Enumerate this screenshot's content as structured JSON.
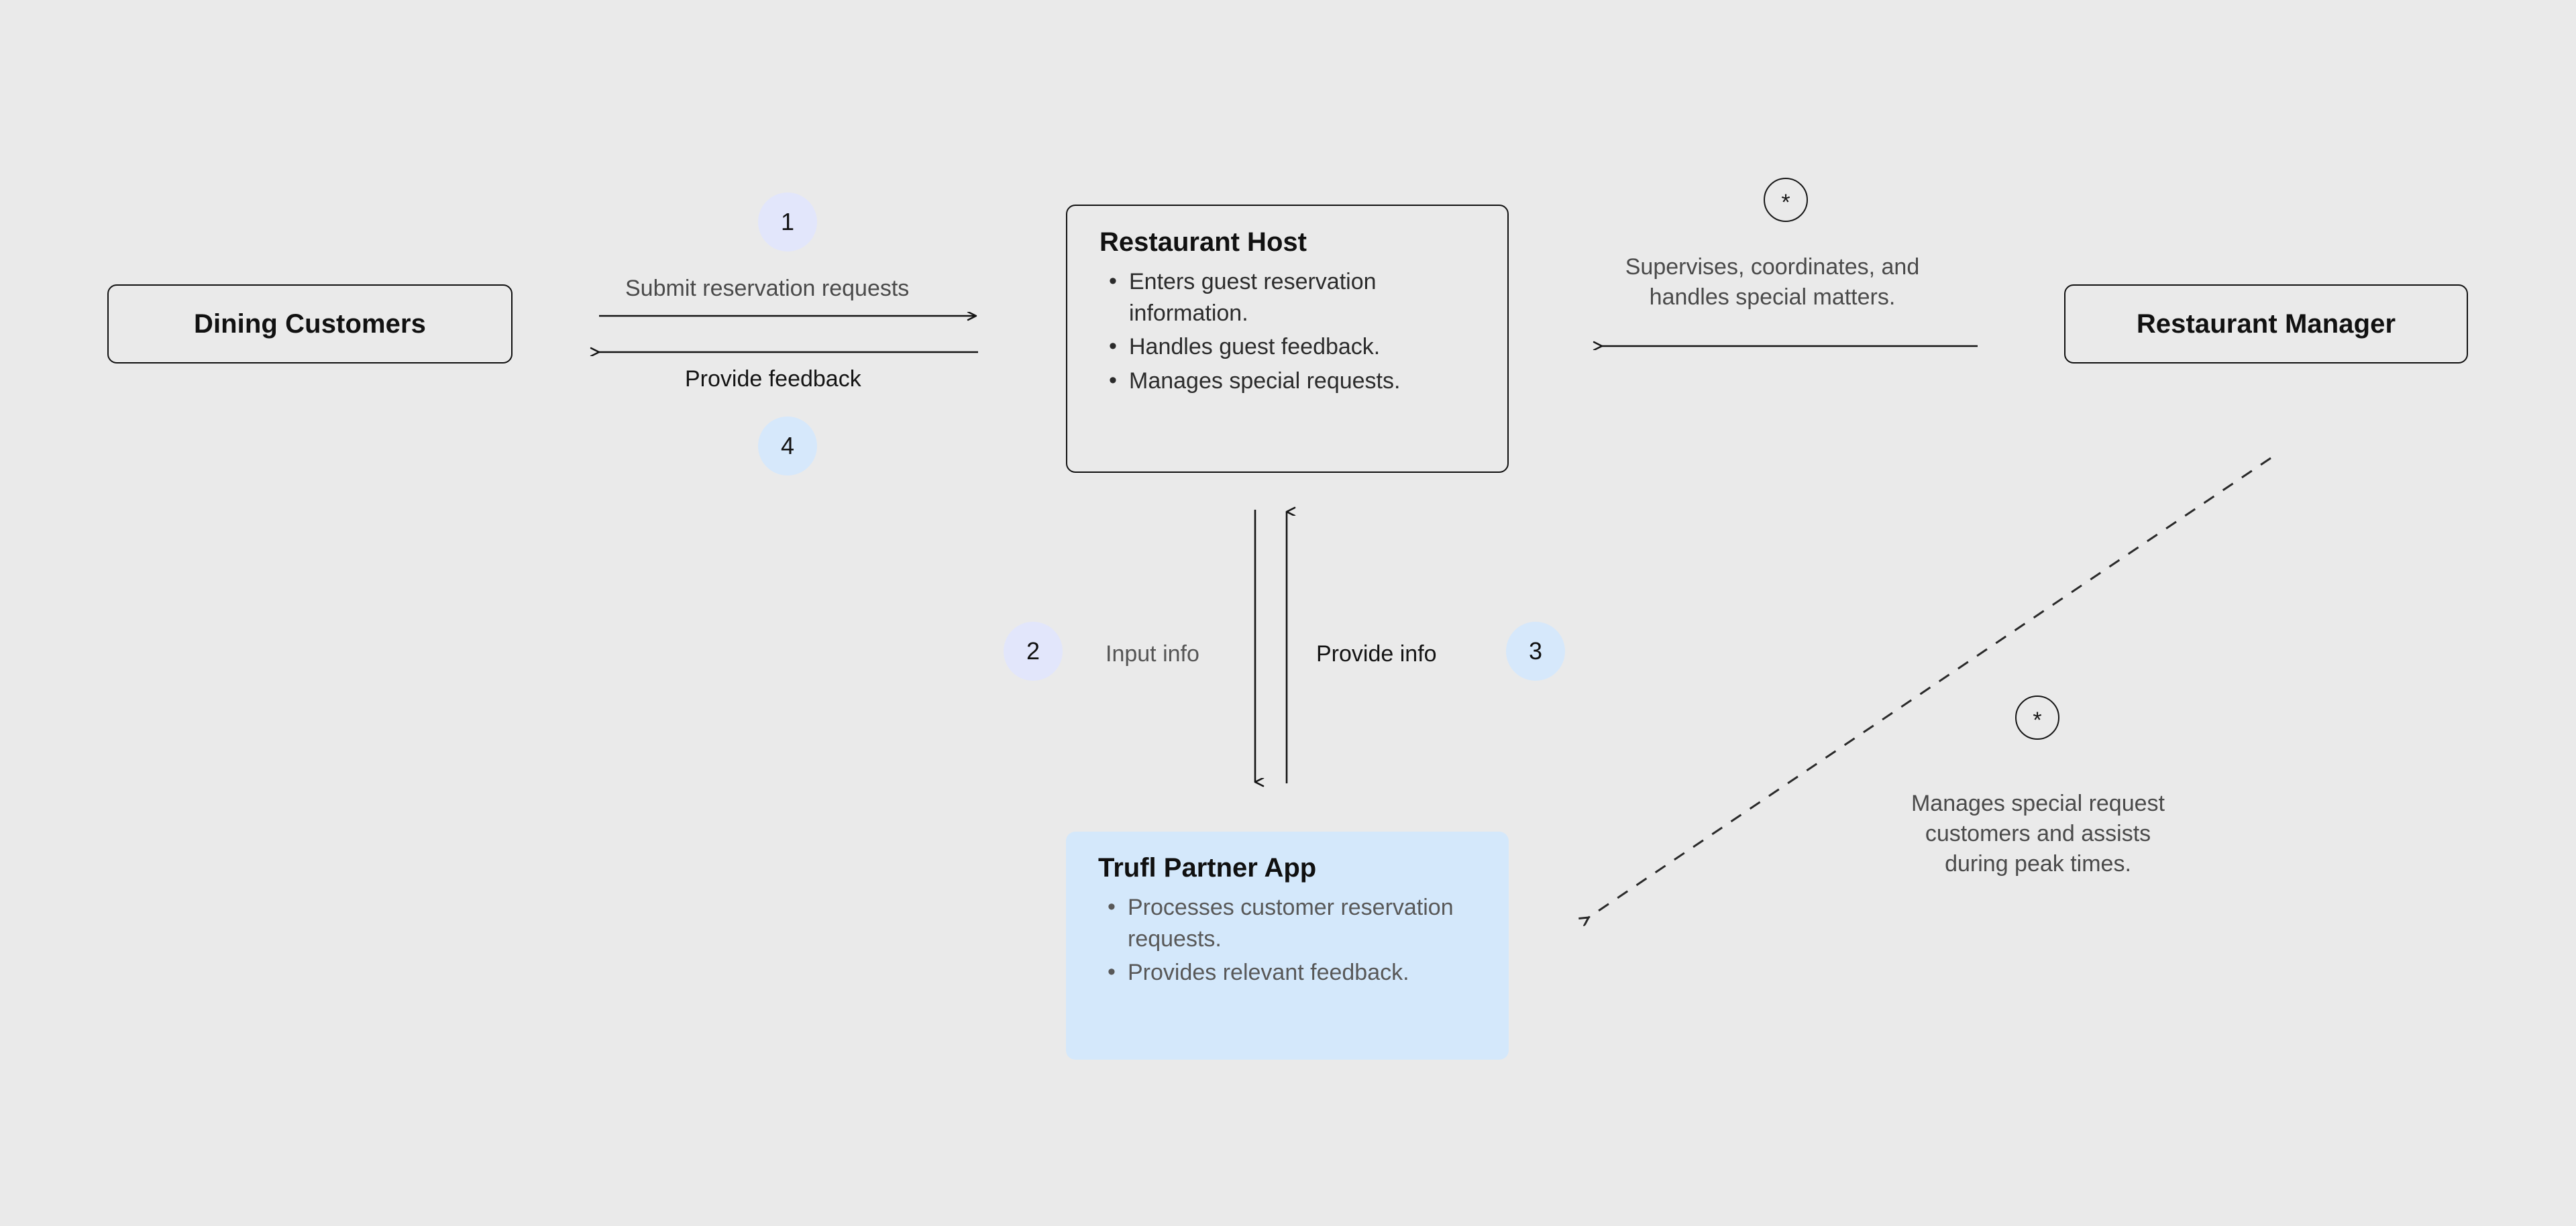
{
  "diagram": {
    "background_color": "#eaeaea",
    "accent_badge_lavender": "#e2e6fb",
    "accent_badge_blue": "#d6e8fb",
    "accent_panel_blue": "#d4e8fb",
    "nodes": {
      "dining_customers": {
        "title": "Dining Customers"
      },
      "restaurant_manager": {
        "title": "Restaurant Manager"
      },
      "restaurant_host": {
        "title": "Restaurant Host",
        "bullets": [
          "Enters guest reservation information.",
          "Handles guest feedback.",
          "Manages special requests."
        ]
      },
      "trufl_partner_app": {
        "title": "Trufl Partner App",
        "bullets": [
          "Processes customer reservation requests.",
          "Provides relevant feedback."
        ]
      }
    },
    "badges": {
      "step1": "1",
      "step2": "2",
      "step3": "3",
      "step4": "4"
    },
    "markers": {
      "asterisk_top": "*",
      "asterisk_bottom": "*"
    },
    "edge_labels": {
      "submit_reservation_requests": "Submit reservation requests",
      "provide_feedback": "Provide feedback",
      "input_info": "Input info",
      "provide_info": "Provide info",
      "supervises_line1": "Supervises, coordinates, and",
      "supervises_line2": "handles special matters.",
      "manages_special_line1": "Manages special request",
      "manages_special_line2": "customers and assists",
      "manages_special_line3": "during peak times."
    }
  }
}
